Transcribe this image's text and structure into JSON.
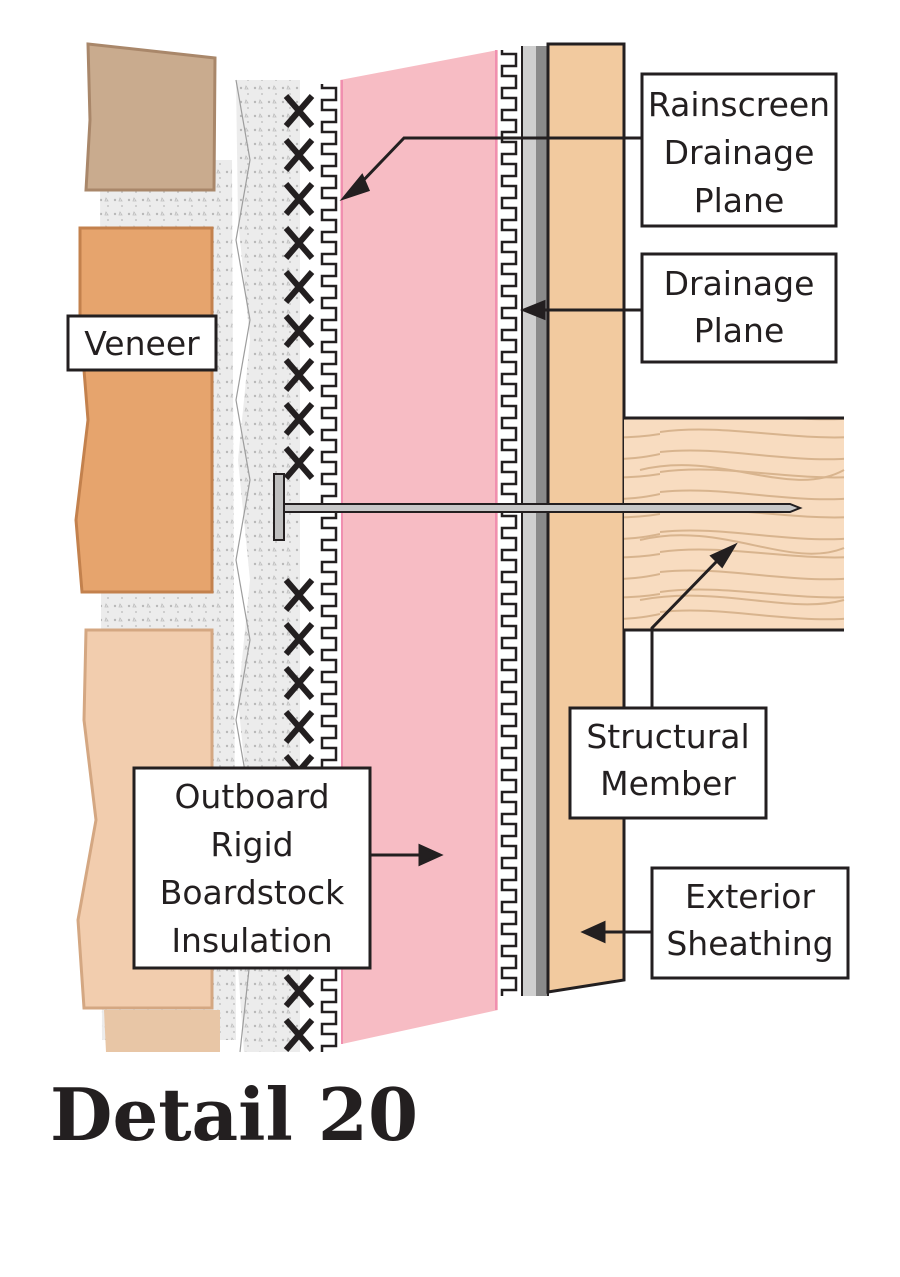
{
  "labels": {
    "rainscreen_drainage_plane": [
      "Rainscreen",
      "Drainage",
      "Plane"
    ],
    "drainage_plane": [
      "Drainage",
      "Plane"
    ],
    "veneer": [
      "Veneer"
    ],
    "structural_member": [
      "Structural",
      "Member"
    ],
    "outboard_insulation": [
      "Outboard",
      "Rigid",
      "Boardstock",
      "Insulation"
    ],
    "exterior_sheathing": [
      "Exterior",
      "Sheathing"
    ]
  },
  "caption": "Detail 20",
  "colors": {
    "brick_dark": "#e6a46d",
    "brick_mid": "#edbd92",
    "brick_light": "#f2cdae",
    "brick_top": "#c9ab8e",
    "mortar": "#e8e8e8",
    "insulation": "#f7bcc4",
    "insulation_edge": "#f08fb0",
    "sheathing": "#f2ca9f",
    "wood": "#f8dcc0",
    "drainage_plane_dark": "#8a8a8a",
    "drainage_plane_light": "#cfcfcf",
    "ink": "#231f20"
  }
}
